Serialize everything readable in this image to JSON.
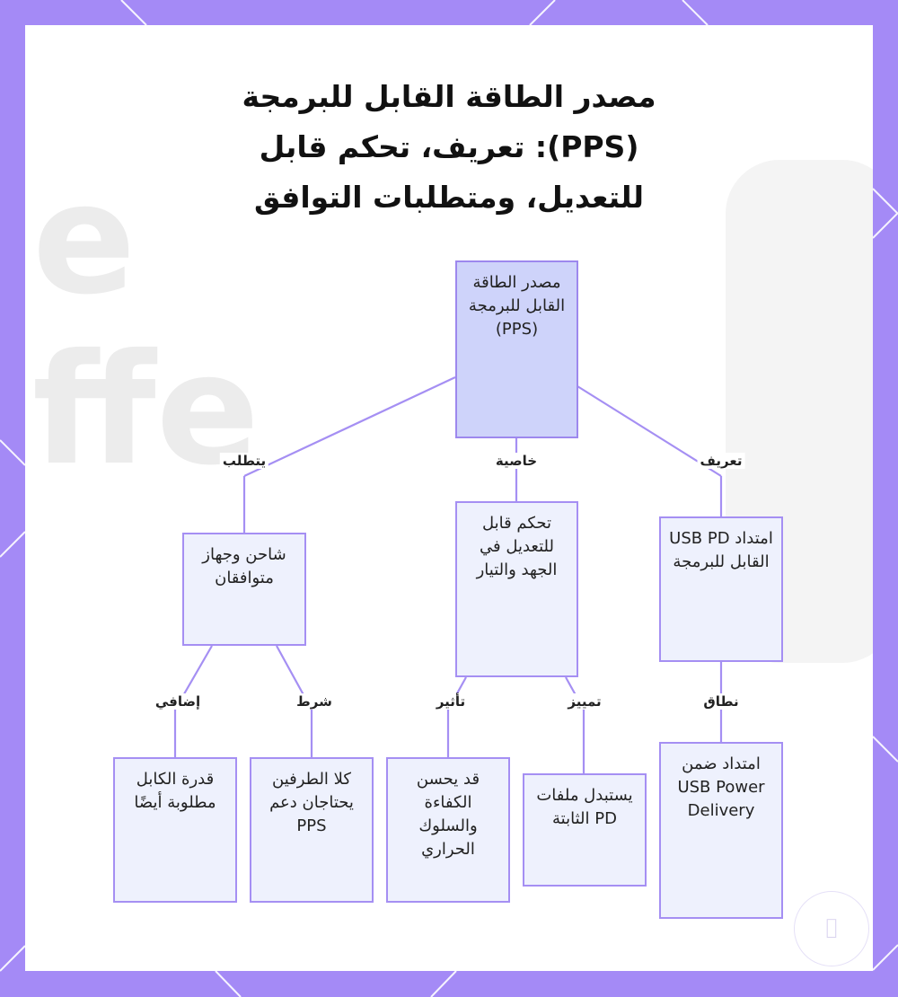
{
  "title": "مصدر الطاقة القابل للبرمجة (PPS): تعريف، تحكم قابل للتعديل، ومتطلبات التوافق",
  "nodes": {
    "root": "مصدر الطاقة القابل للبرمجة (PPS)",
    "requires": "شاحن وجهاز متوافقان",
    "property": "تحكم قابل للتعديل في الجهد والتيار",
    "definition": "امتداد USB PD القابل للبرمجة",
    "cable": "قدرة الكابل مطلوبة أيضًا",
    "both_ends": "كلا الطرفين يحتاجان دعم PPS",
    "efficiency": "قد يحسن الكفاءة والسلوك الحراري",
    "replaces": "يستبدل ملفات PD الثابتة",
    "scope": "امتداد ضمن USB Power Delivery"
  },
  "edge_labels": {
    "requires": "يتطلب",
    "property": "خاصية",
    "definition": "تعريف",
    "additional": "إضافي",
    "condition": "شرط",
    "effect": "تأثير",
    "distinction": "تمييز",
    "scope": "نطاق"
  },
  "colors": {
    "frame": "#a48af6",
    "node_fill": "#eef1fd",
    "root_fill": "#ced3fa",
    "edge": "#a58ff3"
  },
  "icons": {
    "badge": "watermark-logo-icon"
  }
}
